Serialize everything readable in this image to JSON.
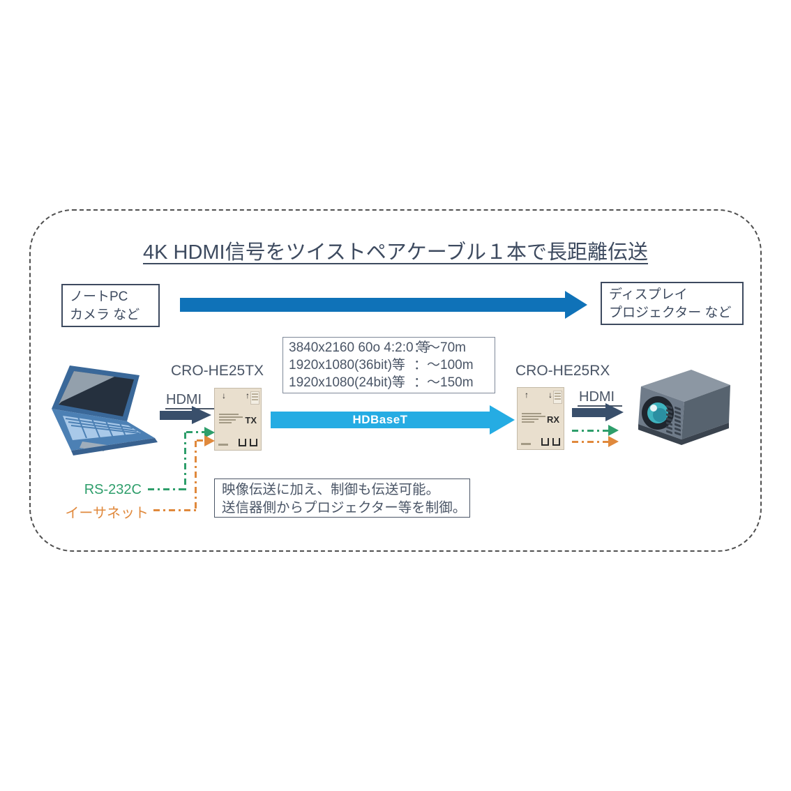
{
  "title": "4K HDMI信号をツイストペアケーブル１本で長距離伝送",
  "source_box": {
    "lines": [
      "ノートPC",
      "カメラ など"
    ]
  },
  "dest_box": {
    "lines": [
      "ディスプレイ",
      "プロジェクター など"
    ]
  },
  "tx": {
    "model_label": "CRO-HE25TX",
    "device_label": "TX",
    "top_arrows": [
      "↓",
      "↑"
    ]
  },
  "rx": {
    "model_label": "CRO-HE25RX",
    "device_label": "RX",
    "top_arrows": [
      "↑",
      "↓"
    ]
  },
  "links": {
    "hdmi_in_label": "HDMI",
    "hdmi_out_label": "HDMI",
    "hdbaset_label": "HDBaseT",
    "rs232c_label": "RS-232C",
    "ethernet_label": "イーサネット"
  },
  "spec_box": {
    "rows": [
      {
        "left": "3840x2160 60o 4:2:0 等",
        "right": "：～70m"
      },
      {
        "left": "1920x1080(36bit)等",
        "right": "：～100m"
      },
      {
        "left": "1920x1080(24bit)等",
        "right": "：～150m"
      }
    ]
  },
  "control_box": {
    "lines": [
      "映像伝送に加え、制御も伝送可能。",
      "送信器側からプロジェクター等を制御。"
    ]
  },
  "colors": {
    "main_arrow_blue": "#0F72B8",
    "hdbaset_cyan": "#25ACE3",
    "hdmi_navy": "#394F6B",
    "rs232c_green": "#2E9E6B",
    "ethernet_orange": "#E0893C",
    "text_dark": "#3D4A5F",
    "device_beige": "#E9DFCE"
  }
}
